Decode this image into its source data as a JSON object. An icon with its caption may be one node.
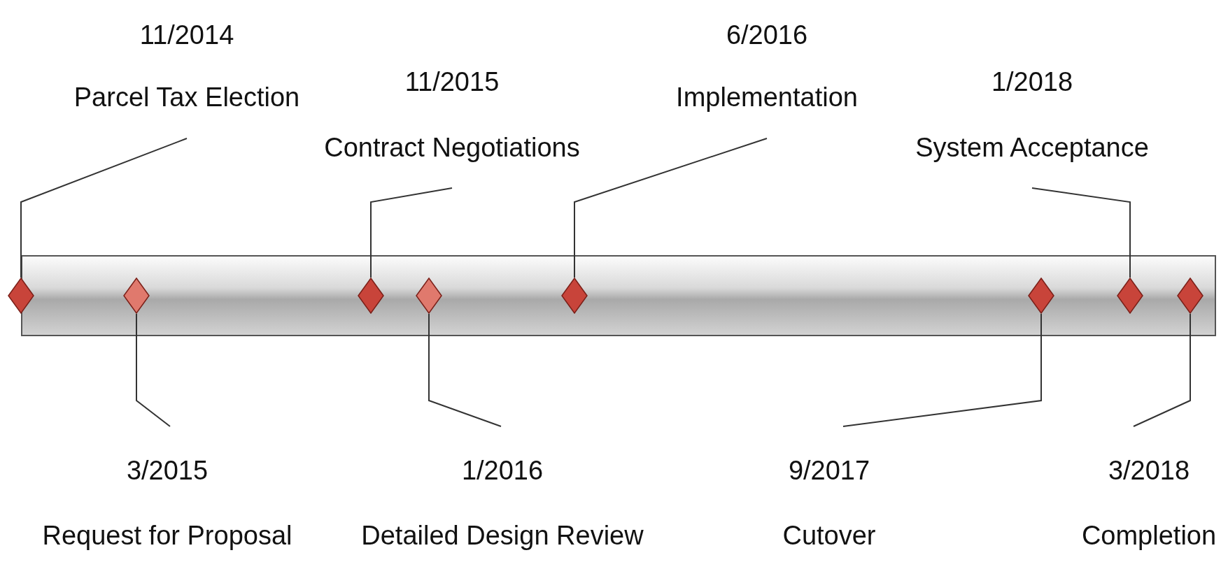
{
  "diagram": {
    "nodes": [
      {
        "text": [],
        "shape": "bar"
      },
      {
        "text": [],
        "shape": "diamond",
        "in": 0
      },
      {
        "text": [],
        "shape": "diamond",
        "in": 0
      },
      {
        "text": [],
        "shape": "diamond",
        "in": 0
      },
      {
        "text": [],
        "shape": "diamond",
        "in": 0
      },
      {
        "text": [],
        "shape": "diamond",
        "in": 0
      },
      {
        "text": [],
        "shape": "diamond",
        "in": 0
      },
      {
        "text": [],
        "shape": "diamond",
        "in": 0
      },
      {
        "text": [],
        "shape": "diamond",
        "in": 0
      },
      {
        "text": [
          "11/2014",
          "Parcel Tax Election"
        ]
      },
      {
        "text": [
          "11/2015",
          "Contract Negotiations"
        ]
      },
      {
        "text": [
          "6/2016",
          "Implementation"
        ]
      },
      {
        "text": [
          "1/2018",
          "System Acceptance"
        ]
      },
      {
        "text": [
          "3/2015",
          "Request for Proposal"
        ]
      },
      {
        "text": [
          "1/2016",
          "Detailed Design Review"
        ]
      },
      {
        "text": [
          "9/2017",
          "Cutover"
        ]
      },
      {
        "text": [
          "3/2018",
          "Completion"
        ]
      }
    ],
    "edges": [
      {
        "from": 9,
        "to": 1,
        "arrow": "none"
      },
      {
        "from": 10,
        "to": 3,
        "arrow": "none"
      },
      {
        "from": 11,
        "to": 5,
        "arrow": "none"
      },
      {
        "from": 12,
        "to": 7,
        "arrow": "none"
      },
      {
        "from": 13,
        "to": 2,
        "arrow": "none"
      },
      {
        "from": 14,
        "to": 4,
        "arrow": "none"
      },
      {
        "from": 15,
        "to": 6,
        "arrow": "none"
      },
      {
        "from": 16,
        "to": 8,
        "arrow": "none"
      }
    ]
  }
}
